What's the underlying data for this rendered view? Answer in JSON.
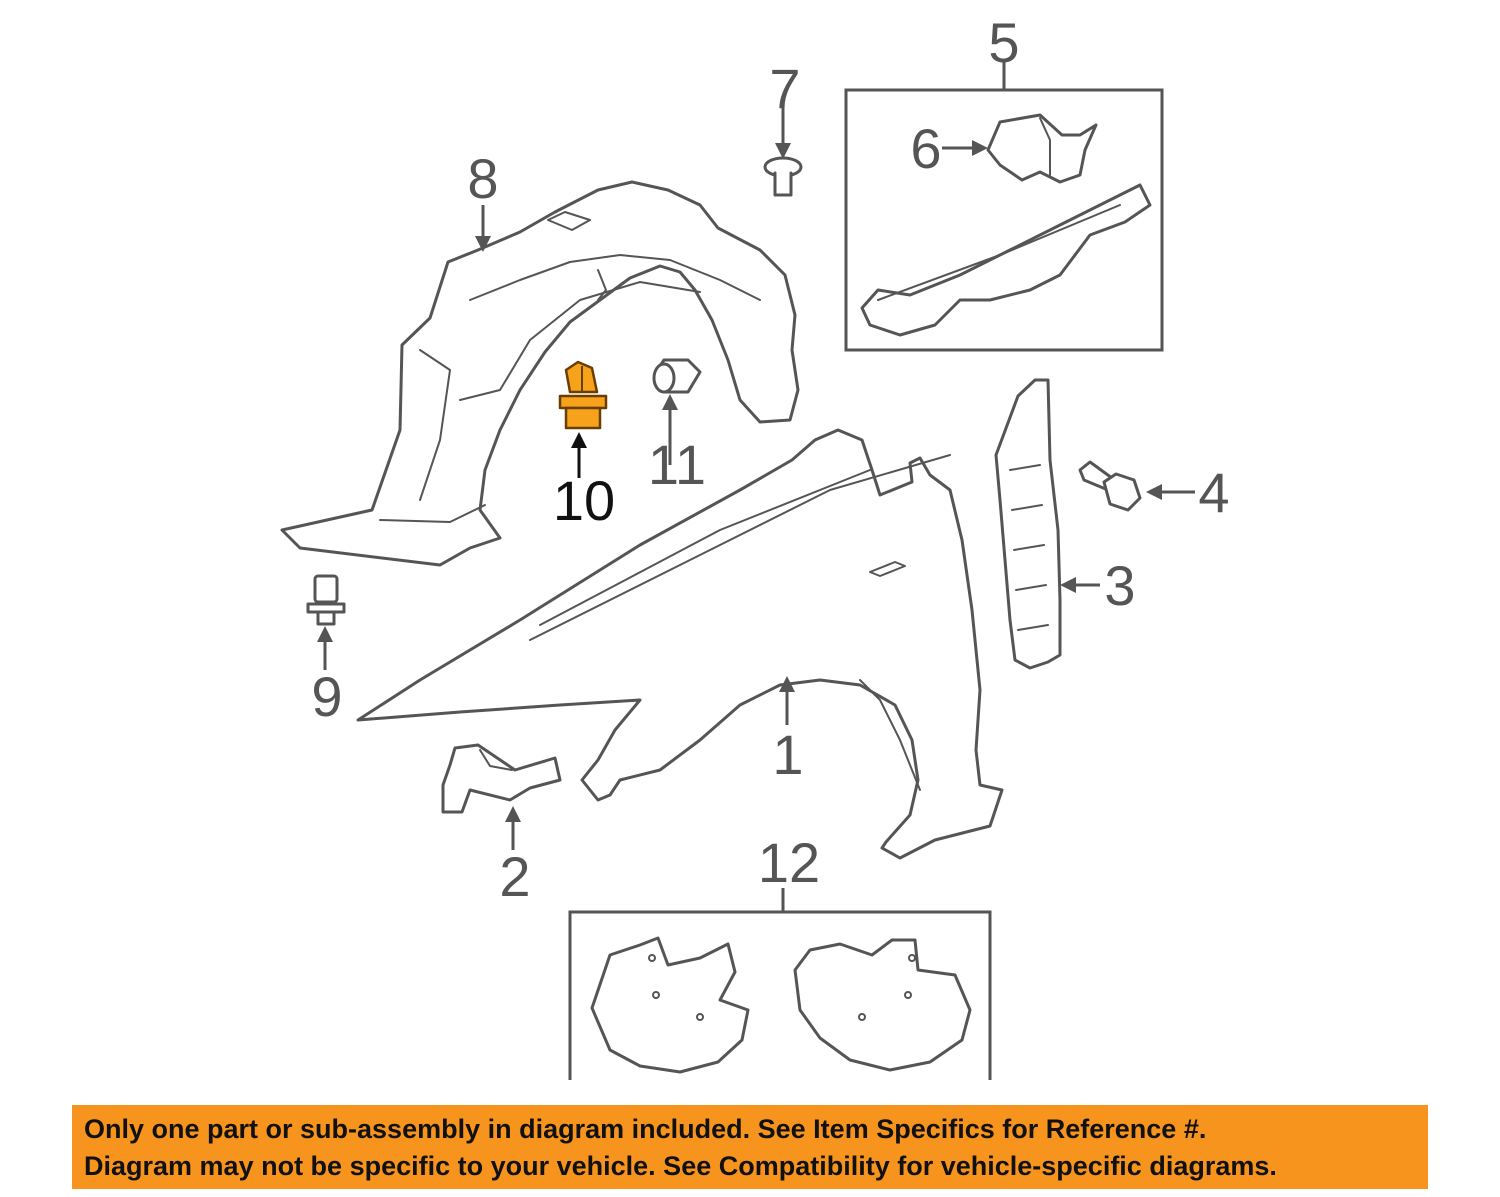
{
  "diagram": {
    "highlight_color": "#f7a21b",
    "callouts": {
      "c1": "1",
      "c2": "2",
      "c3": "3",
      "c4": "4",
      "c5": "5",
      "c6": "6",
      "c7": "7",
      "c8": "8",
      "c9": "9",
      "c10": "10",
      "c11": "11",
      "c12": "12"
    },
    "highlighted_part": "10"
  },
  "disclaimer": {
    "line1": "Only one part or sub-assembly in diagram included. See Item Specifics for Reference #.",
    "line2": "Diagram may not be specific to your vehicle. See Compatibility for vehicle-specific diagrams.",
    "background": "#f7941d"
  }
}
